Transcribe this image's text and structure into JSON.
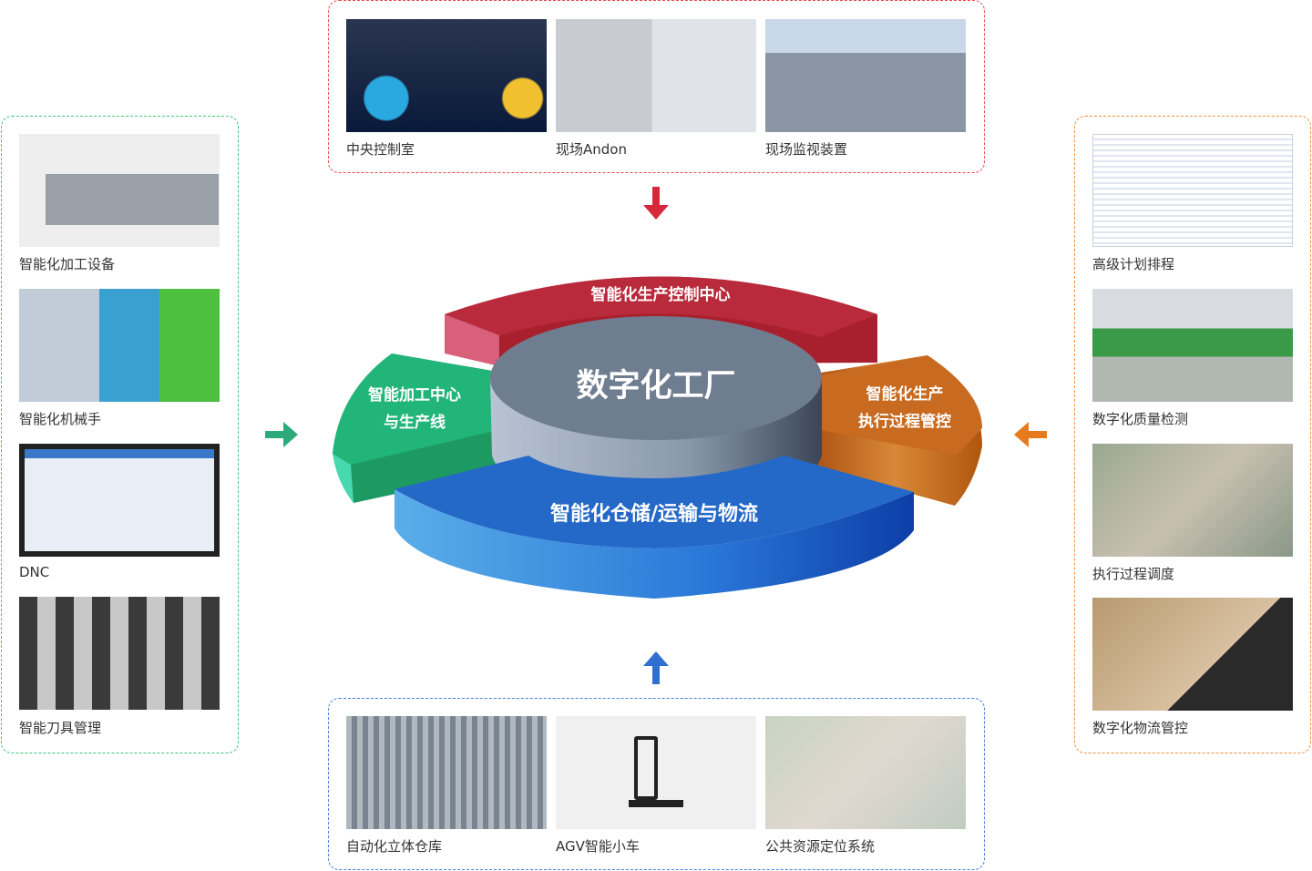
{
  "top": {
    "items": [
      {
        "label": "中央控制室"
      },
      {
        "label": "现场Andon"
      },
      {
        "label": "现场监视装置"
      }
    ]
  },
  "bottom": {
    "items": [
      {
        "label": "自动化立体仓库"
      },
      {
        "label": "AGV智能小车"
      },
      {
        "label": "公共资源定位系统"
      }
    ]
  },
  "left": {
    "items": [
      {
        "label": "智能化加工设备"
      },
      {
        "label": "智能化机械手"
      },
      {
        "label": "DNC"
      },
      {
        "label": "智能刀具管理"
      }
    ]
  },
  "right": {
    "items": [
      {
        "label": "高级计划排程"
      },
      {
        "label": "数字化质量检测"
      },
      {
        "label": "执行过程调度"
      },
      {
        "label": "数字化物流管控"
      }
    ]
  },
  "center": {
    "hub": "数字化工厂",
    "top_segment": "智能化生产控制中心",
    "left_segment": [
      "智能加工中心",
      "与生产线"
    ],
    "right_segment": [
      "智能化生产",
      "执行过程管控"
    ],
    "bottom_segment": "智能化仓储/运输与物流"
  },
  "colors": {
    "red": "#e0303c",
    "green": "#2eaa7a",
    "orange": "#e87a1e",
    "blue": "#2f6fd0"
  }
}
